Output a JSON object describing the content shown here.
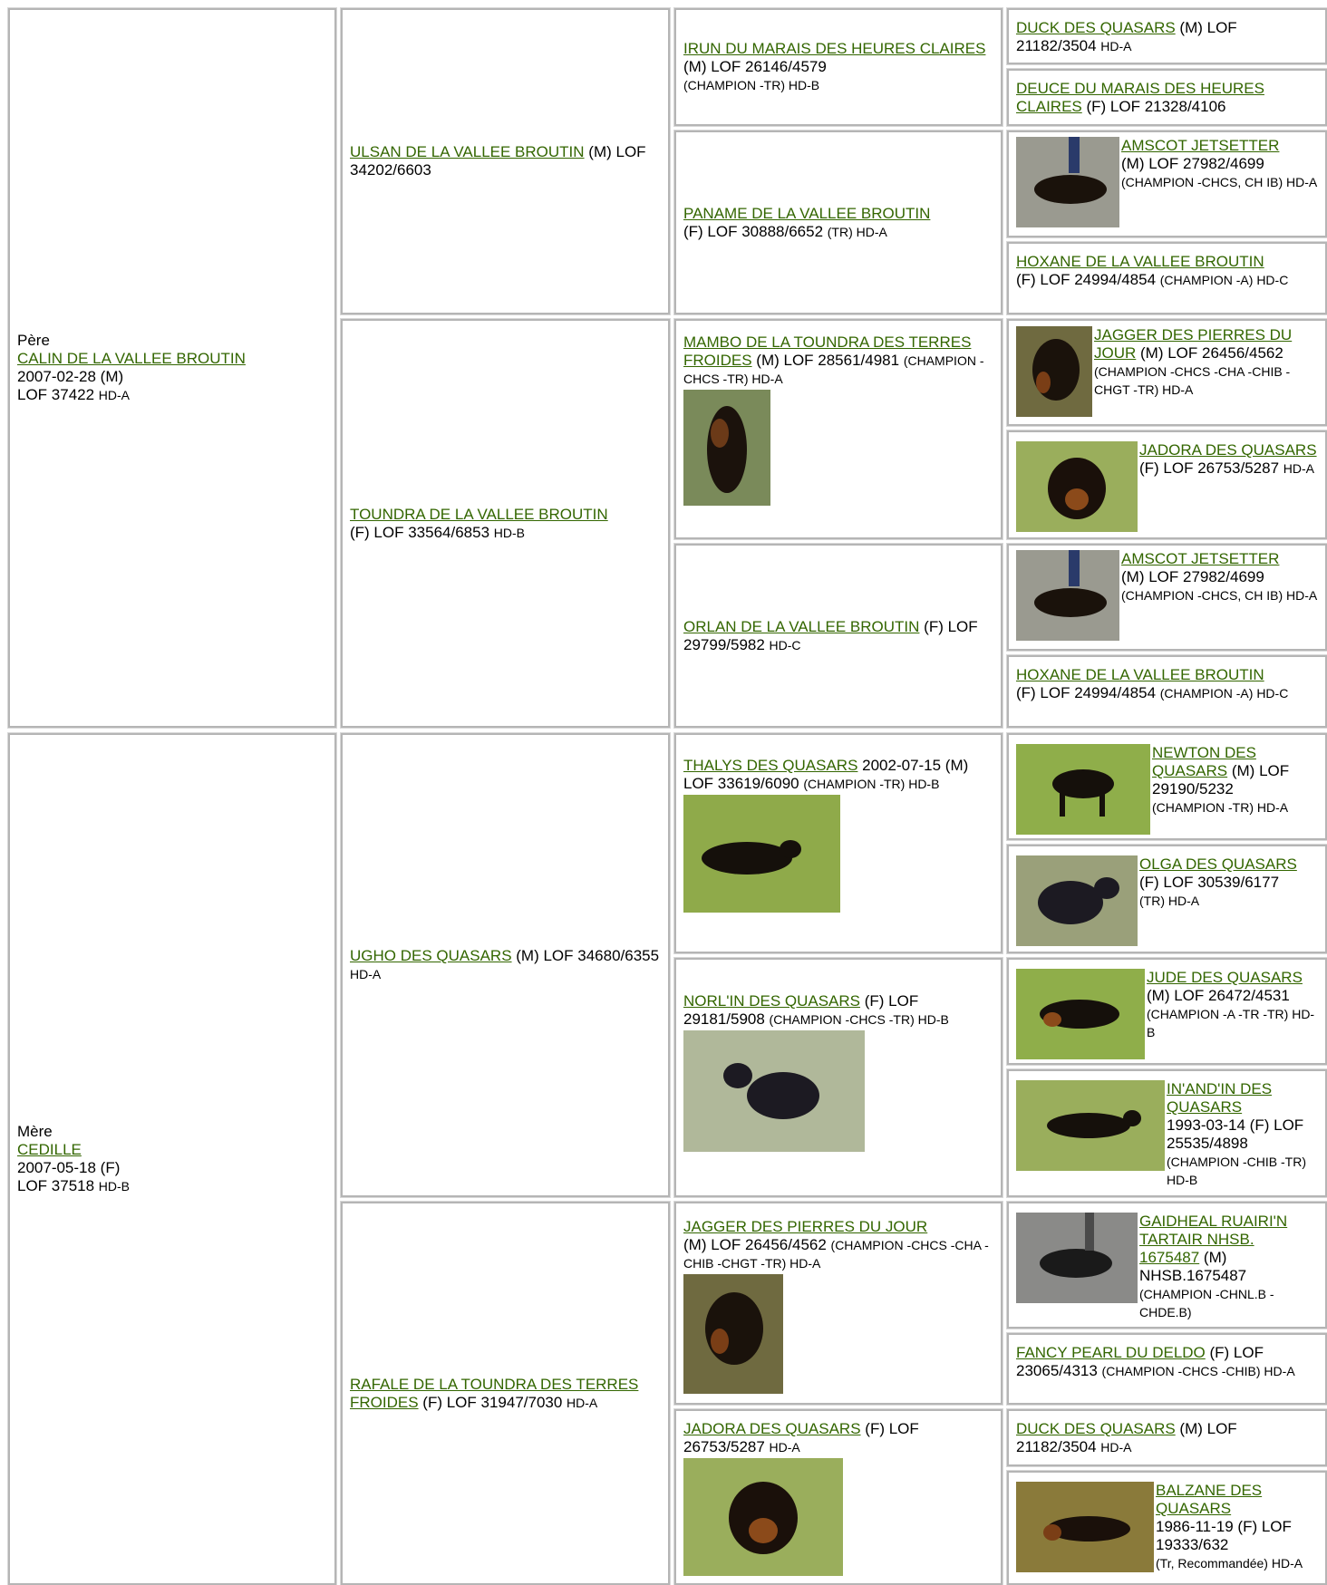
{
  "gen1": [
    {
      "role": "Père",
      "name": "CALIN DE LA VALLEE BROUTIN",
      "date_sex": "2007-02-28 (M)",
      "lof": "LOF 37422",
      "hd": "HD-A"
    },
    {
      "role": "Mère",
      "name": "CEDILLE",
      "date_sex": "2007-05-18 (F)",
      "lof": "LOF 37518",
      "hd": "HD-B"
    }
  ],
  "gen2": [
    {
      "name": "ULSAN DE LA VALLEE BROUTIN",
      "info": " (M) LOF 34202/6603"
    },
    {
      "name": "TOUNDRA DE LA VALLEE BROUTIN",
      "info": "(F) LOF 33564/6853 ",
      "extra": "HD-B"
    },
    {
      "name": "UGHO DES QUASARS",
      "info": " (M) LOF 34680/6355 ",
      "extra": "HD-A"
    },
    {
      "name": "RAFALE DE LA TOUNDRA DES TERRES FROIDES",
      "info": " (F) LOF 31947/7030 ",
      "extra": "HD-A"
    }
  ],
  "gen3": [
    {
      "name": "IRUN DU MARAIS DES HEURES CLAIRES",
      "info": " (M) LOF 26146/4579",
      "extra": "(CHAMPION -TR) HD-B"
    },
    {
      "name": "PANAME DE LA VALLEE BROUTIN",
      "info": "(F) LOF 30888/6652 ",
      "extra": "(TR) HD-A"
    },
    {
      "name": "MAMBO DE LA TOUNDRA DES TERRES FROIDES",
      "info": " (M) LOF 28561/4981 ",
      "extra": "(CHAMPION -CHCS -TR) HD-A"
    },
    {
      "name": "ORLAN DE LA VALLEE BROUTIN",
      "info": " (F) LOF 29799/5982 ",
      "extra": "HD-C"
    },
    {
      "name": "THALYS DES QUASARS",
      "info": " 2002-07-15 (M) LOF 33619/6090 ",
      "extra": "(CHAMPION -TR) HD-B"
    },
    {
      "name": "NORL'IN DES QUASARS",
      "info": " (F) LOF 29181/5908 ",
      "extra": "(CHAMPION -CHCS -TR) HD-B"
    },
    {
      "name": "JAGGER DES PIERRES DU JOUR",
      "info": "(M) LOF 26456/4562 ",
      "extra": "(CHAMPION -CHCS -CHA -CHIB -CHGT -TR) HD-A"
    },
    {
      "name": "JADORA DES QUASARS",
      "info": " (F) LOF 26753/5287 ",
      "extra": "HD-A"
    }
  ],
  "gen4": [
    {
      "name": "DUCK DES QUASARS",
      "info": " (M) LOF 21182/3504 ",
      "extra": "HD-A"
    },
    {
      "name": "DEUCE DU MARAIS DES HEURES CLAIRES",
      "info": " (F) LOF 21328/4106",
      "extra": ""
    },
    {
      "name": "AMSCOT JETSETTER",
      "info": "(M) LOF 27982/4699",
      "extra": "(CHAMPION -CHCS, CH IB) HD-A"
    },
    {
      "name": "HOXANE DE LA VALLEE BROUTIN",
      "info": "(F) LOF 24994/4854 ",
      "extra": "(CHAMPION -A) HD-C"
    },
    {
      "name": "JAGGER DES PIERRES DU JOUR",
      "info": " (M) LOF 26456/4562",
      "extra": "(CHAMPION -CHCS -CHA -CHIB -CHGT -TR) HD-A"
    },
    {
      "name": "JADORA DES QUASARS",
      "info": " (F) LOF 26753/5287 ",
      "extra": "HD-A"
    },
    {
      "name": "AMSCOT JETSETTER",
      "info": "(M) LOF 27982/4699",
      "extra": "(CHAMPION -CHCS, CH IB) HD-A"
    },
    {
      "name": "HOXANE DE LA VALLEE BROUTIN",
      "info": "(F) LOF 24994/4854 ",
      "extra": "(CHAMPION -A) HD-C"
    },
    {
      "name": "NEWTON DES QUASARS",
      "info": " (M) LOF 29190/5232",
      "extra": "(CHAMPION -TR) HD-A"
    },
    {
      "name": "OLGA DES QUASARS",
      "info": "(F) LOF 30539/6177",
      "extra": "(TR) HD-A"
    },
    {
      "name": "JUDE DES QUASARS",
      "info": " (M) LOF 26472/4531",
      "extra": "(CHAMPION -A -TR -TR) HD-B"
    },
    {
      "name": "IN'AND'IN DES QUASARS",
      "info": "1993-03-14 (F) LOF 25535/4898",
      "extra": "(CHAMPION -CHIB -TR) HD-B"
    },
    {
      "name": "GAIDHEAL RUAIRI'N TARTAIR NHSB. 1675487",
      "info": " (M) NHSB.1675487",
      "extra": "(CHAMPION -CHNL.B -CHDE.B)"
    },
    {
      "name": "FANCY PEARL DU DELDO",
      "info": " (F) LOF 23065/4313 ",
      "extra": "(CHAMPION -CHCS -CHIB) HD-A"
    },
    {
      "name": "DUCK DES QUASARS",
      "info": " (M) LOF 21182/3504 ",
      "extra": "HD-A"
    },
    {
      "name": "BALZANE DES QUASARS",
      "info": "1986-11-19 (F) LOF 19333/632 ",
      "extra": "(Tr, Recommandée) HD-A"
    }
  ],
  "colors": {
    "link": "#336600",
    "border": "#b5b5b5"
  }
}
